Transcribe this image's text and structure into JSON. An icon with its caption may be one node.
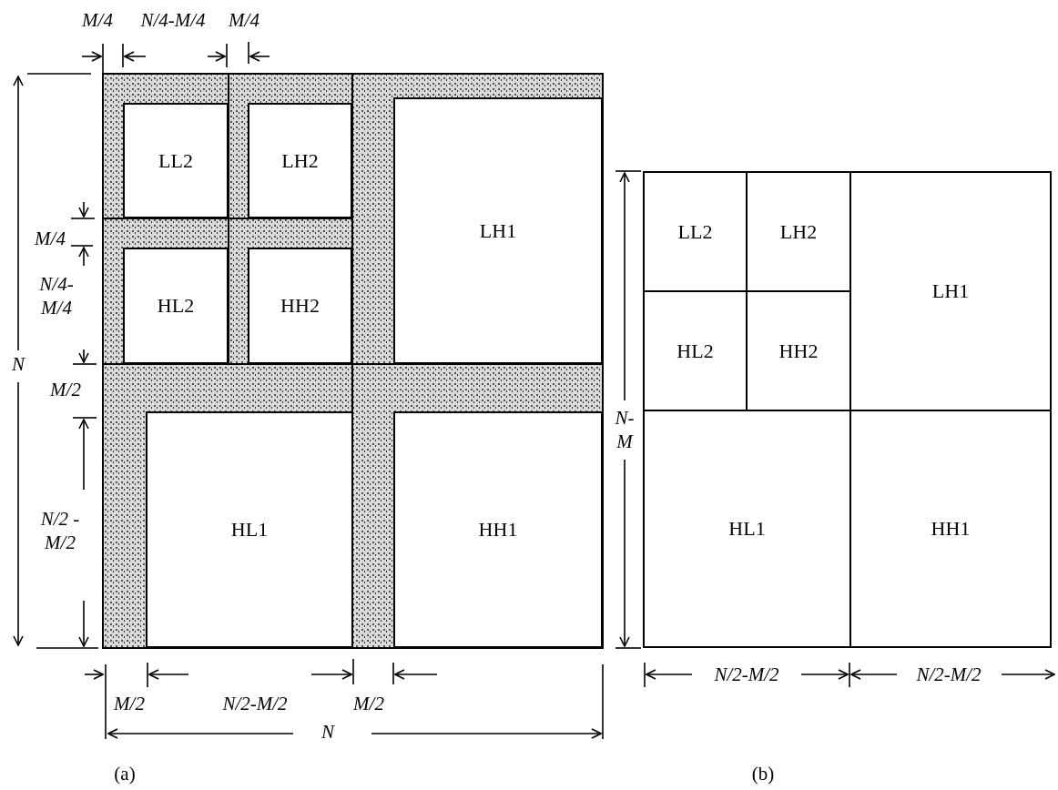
{
  "diagram": {
    "nodes": [
      {
        "text": [
          "LL2"
        ]
      },
      {
        "text": [
          "LH2"
        ]
      },
      {
        "text": [
          "LH1"
        ]
      },
      {
        "text": [
          "HL2"
        ]
      },
      {
        "text": [
          "HH2"
        ]
      },
      {
        "text": [
          "HL1"
        ]
      },
      {
        "text": [
          "HH1"
        ]
      },
      {
        "text": [
          "LL2"
        ]
      },
      {
        "text": [
          "LH2"
        ]
      },
      {
        "text": [
          "LH1"
        ]
      },
      {
        "text": [
          "HL2"
        ]
      },
      {
        "text": [
          "HH2"
        ]
      },
      {
        "text": [
          "HL1"
        ]
      },
      {
        "text": [
          "HH1"
        ]
      }
    ],
    "labels": [
      "M/4",
      "N/4-M/4",
      "M/4",
      "M/4",
      "N/4- M/4",
      "N",
      "M/2",
      "N/2 - M/2",
      "N- M",
      "M/2",
      "N/2-M/2",
      "M/2",
      "N",
      "N/2-M/2",
      "N/2-M/2",
      "(a)",
      "(b)"
    ]
  }
}
